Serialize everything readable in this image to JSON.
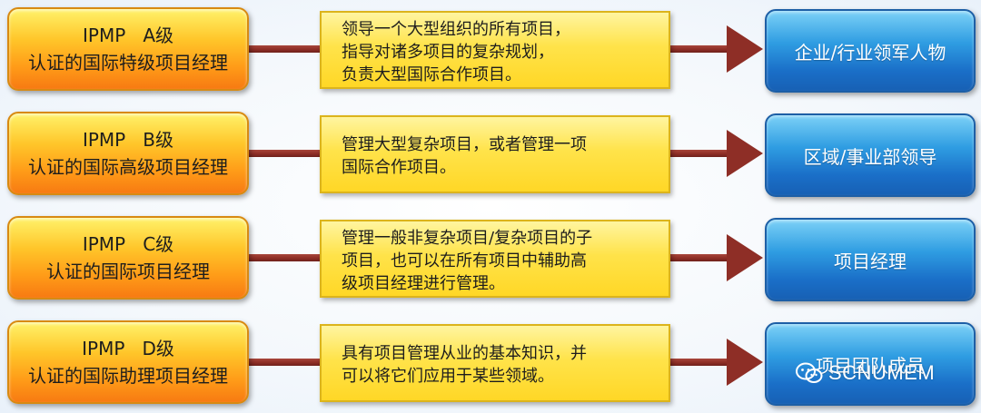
{
  "rows": [
    {
      "cert_line1": "IPMP   A级",
      "cert_line2": "认证的国际特级项目经理",
      "description": [
        "领导一个大型组织的所有项目，",
        "指导对诸多项目的复杂规划，",
        "负责大型国际合作项目。"
      ],
      "role": "企业/行业领军人物"
    },
    {
      "cert_line1": "IPMP   B级",
      "cert_line2": "认证的国际高级项目经理",
      "description": [
        "管理大型复杂项目，或者管理一项",
        "国际合作项目。"
      ],
      "role": "区域/事业部领导"
    },
    {
      "cert_line1": "IPMP   C级",
      "cert_line2": "认证的国际项目经理",
      "description": [
        "管理一般非复杂项目/复杂项目的子",
        "项目，也可以在所有项目中辅助高",
        "级项目经理进行管理。"
      ],
      "role": "项目经理"
    },
    {
      "cert_line1": "IPMP   D级",
      "cert_line2": "认证的国际助理项目经理",
      "description": [
        "具有项目管理从业的基本知识，并",
        "可以将它们应用于某些领域。"
      ],
      "role": "项目团队成员"
    }
  ],
  "watermark": {
    "text": "SCNUMEM",
    "icon": "wechat-icon"
  },
  "colors": {
    "arrow": "#8e2e26",
    "cert_box": "#ff9c18",
    "description_box": "#ffe34a",
    "role_box": "#1a6fc8"
  }
}
